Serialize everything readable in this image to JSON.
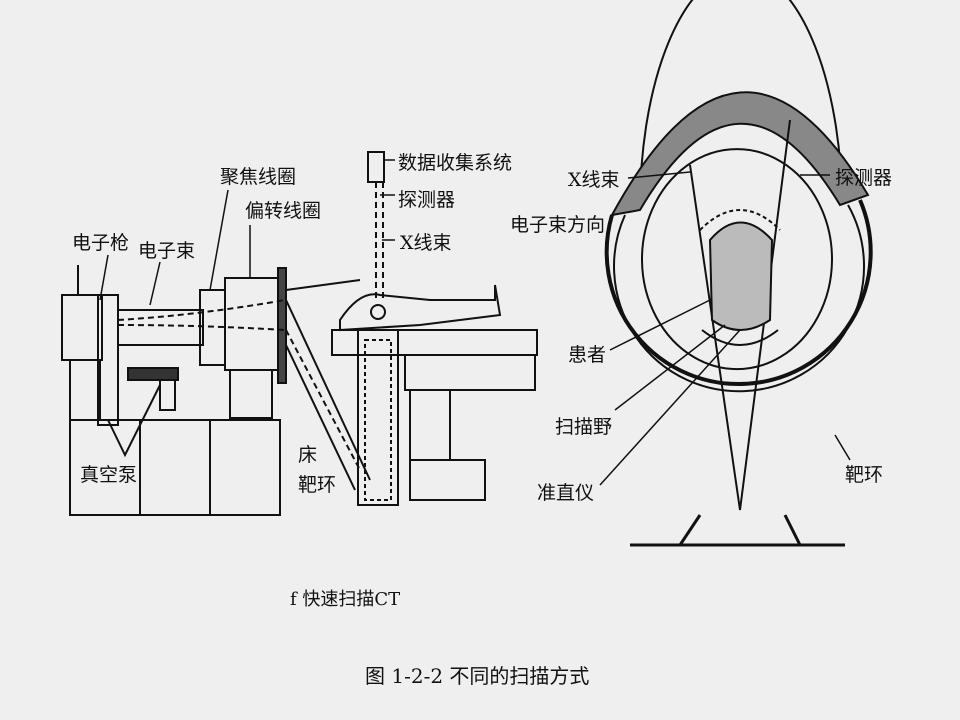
{
  "left_diagram": {
    "labels": {
      "electron_gun": "电子枪",
      "electron_beam": "电子束",
      "focus_coil": "聚焦线圈",
      "deflection_coil": "偏转线圈",
      "data_acquisition": "数据收集系统",
      "detector": "探测器",
      "xray_beam": "X线束",
      "vacuum_pump": "真空泵",
      "bed": "床",
      "target_ring": "靶环"
    }
  },
  "right_diagram": {
    "labels": {
      "xray_beam": "X线束",
      "detector": "探测器",
      "electron_beam_direction": "电子束方向",
      "patient": "患者",
      "scan_field": "扫描野",
      "collimator": "准直仪",
      "target_ring": "靶环"
    }
  },
  "subcaption": "f  快速扫描CT",
  "caption": "图 1-2-2   不同的扫描方式"
}
